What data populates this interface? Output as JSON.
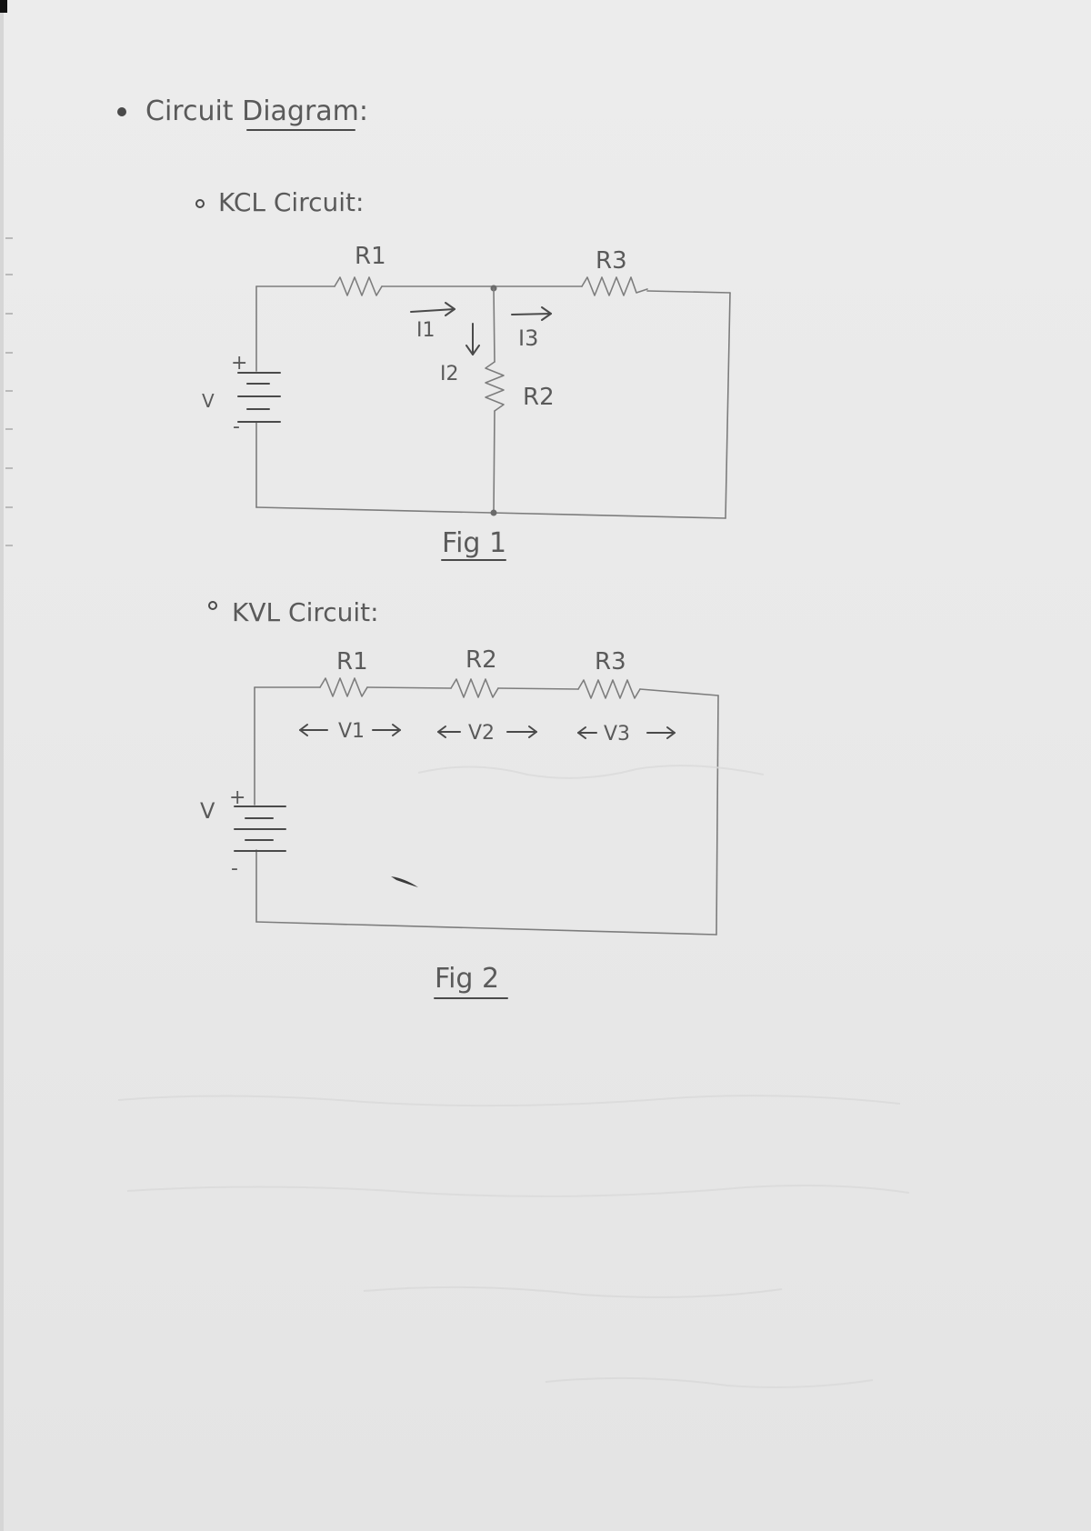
{
  "page": {
    "heading": "Circuit Diagram:",
    "ink_color": "#4a4a4a",
    "paper_color": "#ececec"
  },
  "kcl": {
    "heading": "KCL Circuit:",
    "labels": {
      "r1": "R1",
      "r2": "R2",
      "r3": "R3",
      "i1": "I1",
      "i2": "I2",
      "i3": "I3",
      "v": "V",
      "plus": "+",
      "minus": "-"
    },
    "caption": "Fig 1"
  },
  "kvl": {
    "heading": "KVL Circuit:",
    "labels": {
      "r1": "R1",
      "r2": "R2",
      "r3": "R3",
      "v1": "V1",
      "v2": "V2",
      "v3": "V3",
      "v": "V",
      "plus": "+",
      "minus": "-"
    },
    "caption": "Fig 2"
  }
}
